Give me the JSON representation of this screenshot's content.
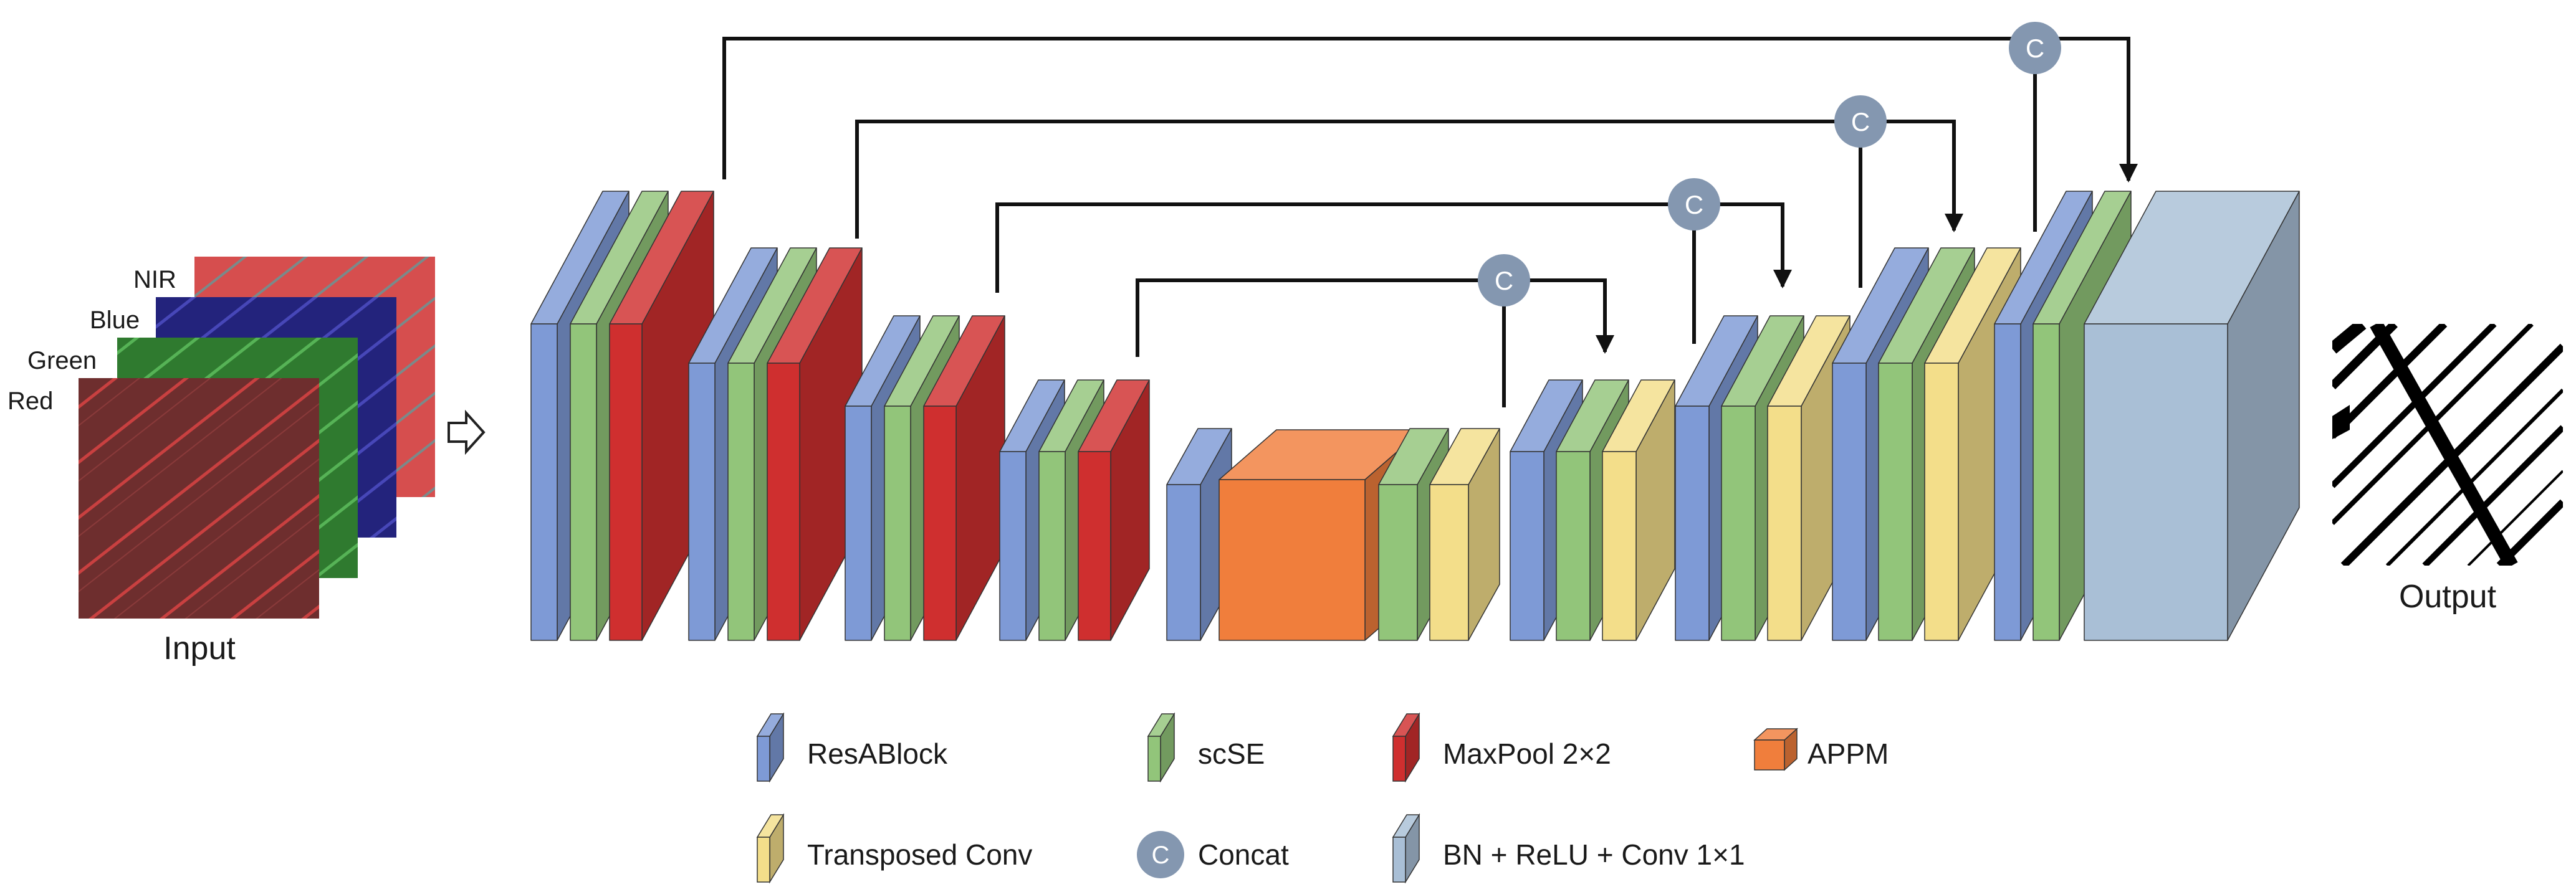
{
  "input": {
    "caption": "Input",
    "bands": [
      {
        "label": "NIR",
        "color": "#d24a4a"
      },
      {
        "label": "Blue",
        "color": "#2a2a8c"
      },
      {
        "label": "Green",
        "color": "#3f8f3f"
      },
      {
        "label": "Red",
        "color": "#7a3232"
      }
    ]
  },
  "output": {
    "caption": "Output"
  },
  "concat_symbol": "C",
  "colors": {
    "resablock": "#7e9ad6",
    "scse": "#92c57a",
    "maxpool": "#cf2f2f",
    "appm": "#f07e3c",
    "transposed_conv": "#f3de8a",
    "concat": "#8497b0",
    "bn_relu_conv": "#a9bfd6"
  },
  "legend": [
    {
      "key": "resablock",
      "label": "ResABlock",
      "icon": "block-icon"
    },
    {
      "key": "scse",
      "label": "scSE",
      "icon": "block-icon"
    },
    {
      "key": "maxpool",
      "label": "MaxPool 2×2",
      "icon": "block-icon"
    },
    {
      "key": "appm",
      "label": "APPM",
      "icon": "cube-icon"
    },
    {
      "key": "transposed_conv",
      "label": "Transposed Conv",
      "icon": "block-icon"
    },
    {
      "key": "concat",
      "label": "Concat",
      "icon": "circle-c-icon"
    },
    {
      "key": "bn_relu_conv",
      "label": "BN + ReLU + Conv 1×1",
      "icon": "block-icon"
    }
  ],
  "network": {
    "encoder": [
      {
        "stage": 1,
        "layers": [
          "resablock",
          "scse",
          "maxpool"
        ]
      },
      {
        "stage": 2,
        "layers": [
          "resablock",
          "scse",
          "maxpool"
        ]
      },
      {
        "stage": 3,
        "layers": [
          "resablock",
          "scse",
          "maxpool"
        ]
      },
      {
        "stage": 4,
        "layers": [
          "resablock",
          "scse",
          "maxpool"
        ]
      }
    ],
    "bridge": {
      "layers": [
        "resablock",
        "appm",
        "scse",
        "transposed_conv"
      ]
    },
    "decoder": [
      {
        "stage": 1,
        "layers": [
          "resablock",
          "scse",
          "transposed_conv"
        ]
      },
      {
        "stage": 2,
        "layers": [
          "resablock",
          "scse",
          "transposed_conv"
        ]
      },
      {
        "stage": 3,
        "layers": [
          "resablock",
          "scse",
          "transposed_conv"
        ]
      },
      {
        "stage": 4,
        "layers": [
          "resablock",
          "scse",
          "bn_relu_conv"
        ]
      }
    ]
  }
}
